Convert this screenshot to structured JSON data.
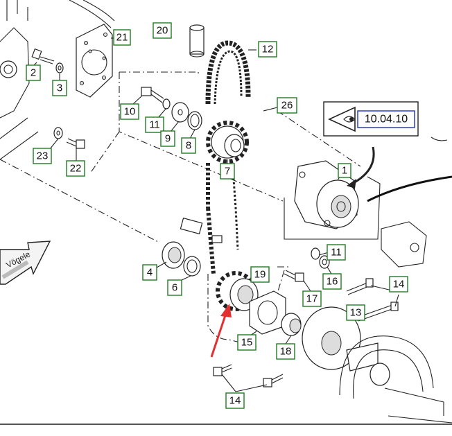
{
  "diagram": {
    "callouts": [
      {
        "id": "c21",
        "label": "21"
      },
      {
        "id": "c20",
        "label": "20"
      },
      {
        "id": "c12",
        "label": "12"
      },
      {
        "id": "c2",
        "label": "2"
      },
      {
        "id": "c3",
        "label": "3"
      },
      {
        "id": "c10",
        "label": "10"
      },
      {
        "id": "c11a",
        "label": "11"
      },
      {
        "id": "c9",
        "label": "9"
      },
      {
        "id": "c8",
        "label": "8"
      },
      {
        "id": "c26",
        "label": "26"
      },
      {
        "id": "c23",
        "label": "23"
      },
      {
        "id": "c22",
        "label": "22"
      },
      {
        "id": "c7",
        "label": "7"
      },
      {
        "id": "c1",
        "label": "1"
      },
      {
        "id": "c11b",
        "label": "11"
      },
      {
        "id": "c16",
        "label": "16"
      },
      {
        "id": "c4",
        "label": "4"
      },
      {
        "id": "c19",
        "label": "19"
      },
      {
        "id": "c6",
        "label": "6"
      },
      {
        "id": "c17",
        "label": "17"
      },
      {
        "id": "c14a",
        "label": "14"
      },
      {
        "id": "c13",
        "label": "13"
      },
      {
        "id": "c15",
        "label": "15"
      },
      {
        "id": "c18",
        "label": "18"
      },
      {
        "id": "c14b",
        "label": "14"
      }
    ],
    "reference": {
      "label": "10.04.10",
      "icon": "eye-icon"
    },
    "brand_arrow": {
      "label": "Vögele"
    },
    "colors": {
      "callout_border": "#1f7a1f",
      "reference_border": "#1a2fbf",
      "highlight_arrow": "#e23030",
      "line": "#222222"
    }
  }
}
